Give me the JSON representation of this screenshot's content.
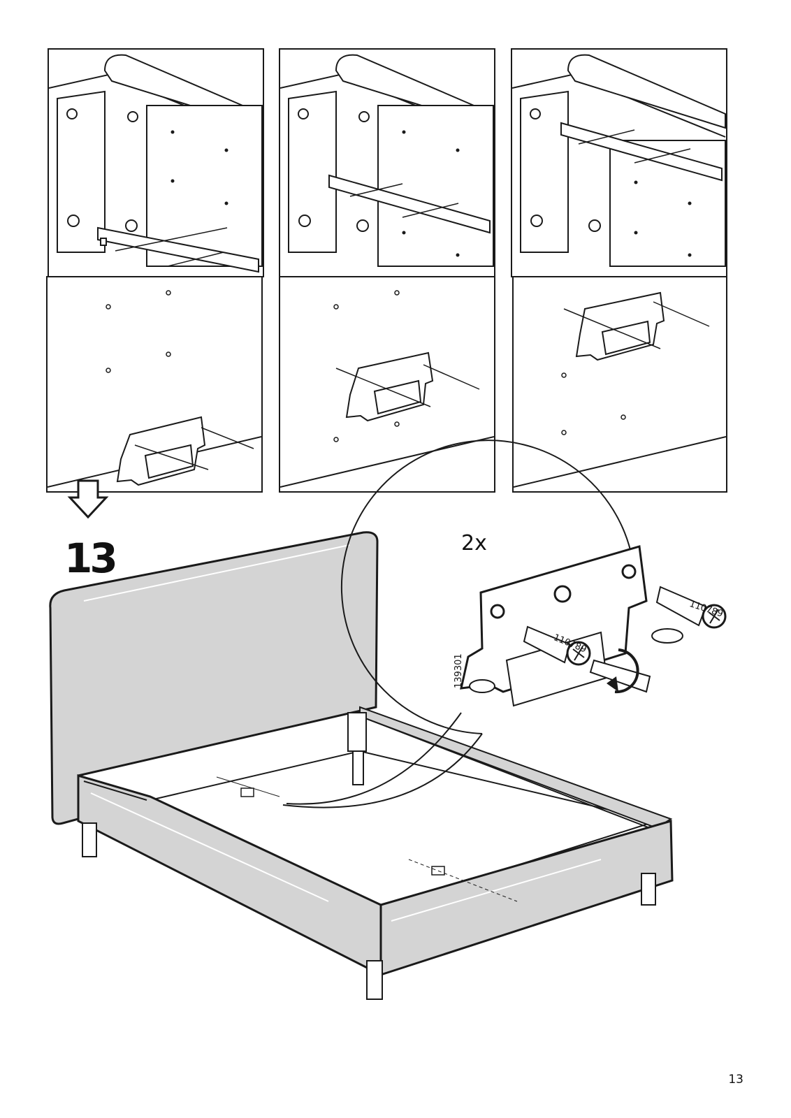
{
  "page": {
    "step_number": "13",
    "page_number": "13"
  },
  "detail": {
    "quantity": "2x",
    "part_numbers": [
      "110789",
      "110789",
      "139301"
    ]
  },
  "icons": {
    "direction_arrow": "down-arrow-icon",
    "rotation_arrow": "clockwise-arrow-icon",
    "tool": "screwdriver-icon",
    "screw": "screw-icon",
    "bracket": "bracket-icon"
  },
  "colors": {
    "ink": "#1a1a1a",
    "upholstery": "#d4d4d4",
    "paper": "#ffffff"
  }
}
